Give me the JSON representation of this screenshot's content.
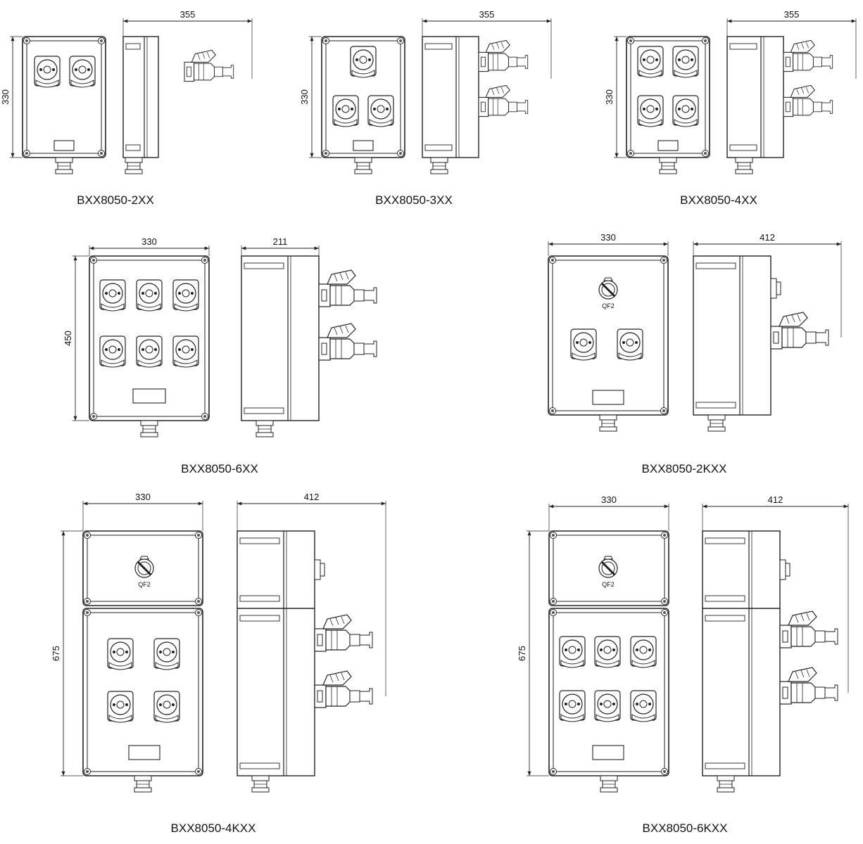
{
  "drawings": [
    {
      "model": "BXX8050-2XX",
      "front_dims": [
        "330"
      ],
      "side_dim": "355"
    },
    {
      "model": "BXX8050-3XX",
      "front_dims": [
        "330"
      ],
      "side_dim": "355"
    },
    {
      "model": "BXX8050-4XX",
      "front_dims": [
        "330"
      ],
      "side_dim": "355"
    },
    {
      "model": "BXX8050-6XX",
      "front_dims": [
        "330",
        "450"
      ],
      "side_dim": "211"
    },
    {
      "model": "BXX8050-2KXX",
      "front_dims": [
        "330"
      ],
      "side_dim": "412",
      "switch_label": "QF2"
    },
    {
      "model": "BXX8050-4KXX",
      "front_dims": [
        "330",
        "675"
      ],
      "side_dim": "412",
      "switch_label": "QF2"
    },
    {
      "model": "BXX8050-6KXX",
      "front_dims": [
        "330",
        "675"
      ],
      "side_dim": "412",
      "switch_label": "QF2"
    }
  ],
  "colors": {
    "line": "#222222",
    "background": "#ffffff"
  }
}
